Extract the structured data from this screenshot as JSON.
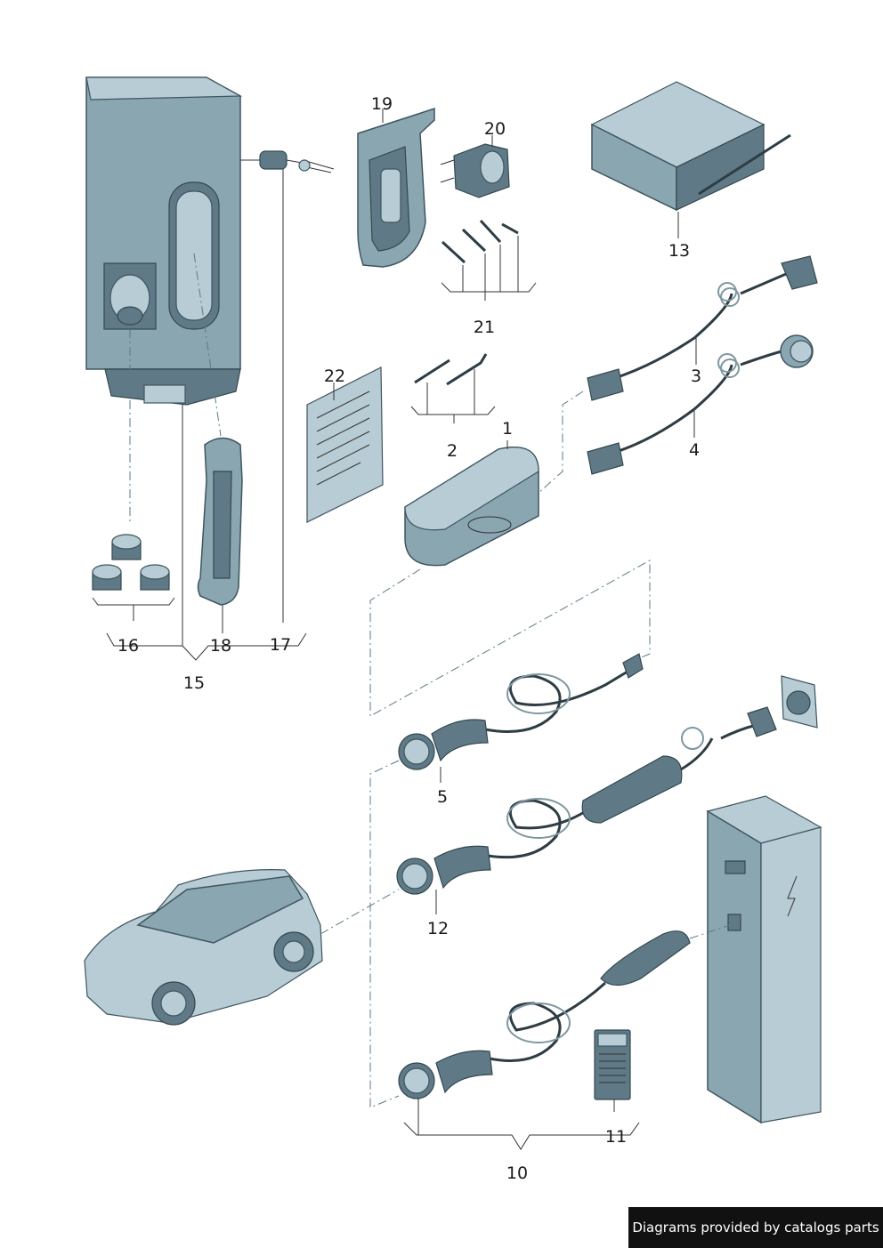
{
  "labels": {
    "l1": "1",
    "l2": "2",
    "l3": "3",
    "l4": "4",
    "l5": "5",
    "l10": "10",
    "l11": "11",
    "l12": "12",
    "l13": "13",
    "l15": "15",
    "l16": "16",
    "l17": "17",
    "l18": "18",
    "l19": "19",
    "l20": "20",
    "l21": "21",
    "l22": "22"
  },
  "footer": {
    "text": "Diagrams provided by catalogs parts"
  },
  "colors": {
    "part_body": "#8aa6b1",
    "part_dark": "#5f7a86",
    "part_light": "#b7ccd4",
    "footer_bg": "#111111"
  }
}
